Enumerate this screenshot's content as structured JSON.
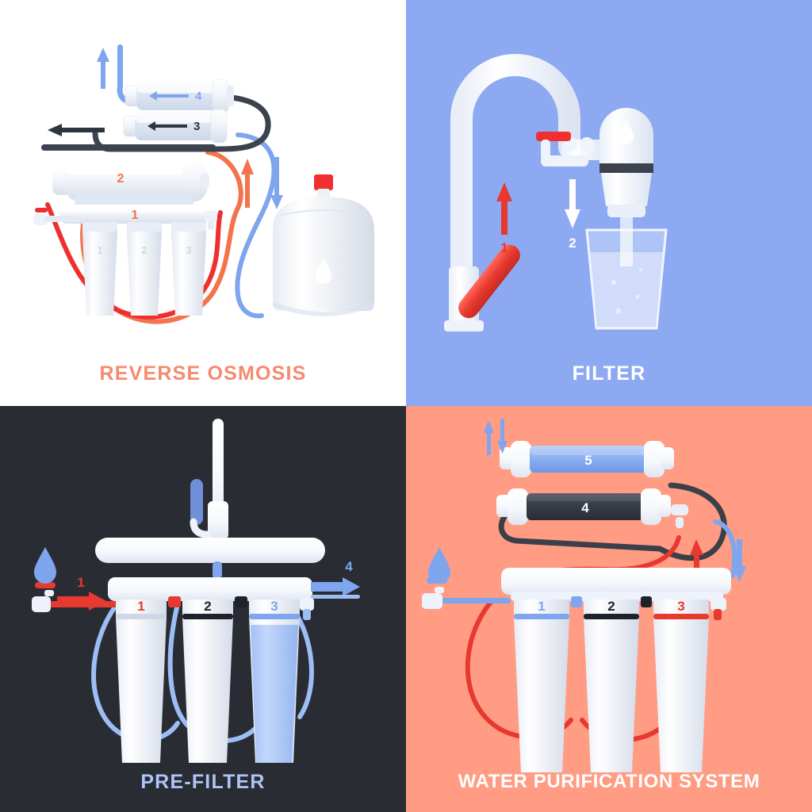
{
  "image": {
    "kind": "infographic",
    "layout": "2x2 quadrant grid",
    "panels": 4
  },
  "panels": [
    {
      "id": "reverse-osmosis",
      "caption": "REVERSE OSMOSIS",
      "caption_color": "#f58a6e",
      "background": "#ffffff",
      "position": "top-left",
      "stage_numbers": [
        "1",
        "2",
        "3",
        "4"
      ],
      "housing_numbers": [
        "1",
        "2",
        "3"
      ],
      "components": [
        {
          "name": "membrane-cartridge-4",
          "label": "4",
          "label_color": "#7fa5ef",
          "orientation": "horizontal",
          "flow": "right-to-left"
        },
        {
          "name": "post-carbon-cartridge-3",
          "label": "3",
          "label_color": "#3c434f",
          "orientation": "horizontal",
          "flow": "right-to-left"
        },
        {
          "name": "ro-membrane-vessel-2",
          "label": "2",
          "label_color": "#f4734b",
          "orientation": "horizontal"
        },
        {
          "name": "manifold-head-1",
          "label": "1",
          "label_color": "#f4734b",
          "orientation": "horizontal"
        },
        {
          "name": "filter-housing-1",
          "label": "1",
          "label_color": "#c6cedb"
        },
        {
          "name": "filter-housing-2",
          "label": "2",
          "label_color": "#c6cedb"
        },
        {
          "name": "filter-housing-3",
          "label": "3",
          "label_color": "#c6cedb"
        },
        {
          "name": "storage-tank",
          "label": "",
          "accent": "#f03030"
        }
      ],
      "arrows": [
        {
          "name": "clean-water-up-arrow",
          "direction": "up",
          "color": "#7fa5ef"
        },
        {
          "name": "cartridge-4-flow-arrow",
          "direction": "left",
          "color": "#7fa5ef"
        },
        {
          "name": "cartridge-3-flow-arrow",
          "direction": "left",
          "color": "#3c434f"
        },
        {
          "name": "drain-arrow",
          "direction": "left",
          "color": "#3c434f"
        },
        {
          "name": "feed-water-up-arrow",
          "direction": "up",
          "color": "#f4734b"
        },
        {
          "name": "tank-fill-down-arrow",
          "direction": "down",
          "color": "#7fa5ef"
        }
      ],
      "tubing": [
        {
          "name": "red-feed-line",
          "color": "#ef2f2f"
        },
        {
          "name": "orange-brine-line",
          "color": "#f4734b"
        },
        {
          "name": "blue-product-line",
          "color": "#7fa5ef"
        },
        {
          "name": "black-drain-line",
          "color": "#3c434f"
        }
      ]
    },
    {
      "id": "filter",
      "caption": "FILTER",
      "caption_color": "#ffffff",
      "background": "#8ca9f2",
      "position": "top-right",
      "stage_numbers": [
        "1",
        "2"
      ],
      "components": [
        {
          "name": "gooseneck-faucet",
          "handle_color": "#e8392f"
        },
        {
          "name": "diverter-valve",
          "lever_color": "#f03030"
        },
        {
          "name": "tap-mounted-filter",
          "band_color": "#3c434f"
        },
        {
          "name": "drinking-glass",
          "contents": "filtered water"
        }
      ],
      "arrows": [
        {
          "name": "inlet-up-arrow",
          "label": "1",
          "direction": "up",
          "color": "#e8392f"
        },
        {
          "name": "outlet-down-arrow",
          "label": "2",
          "direction": "down",
          "color": "#ffffff"
        }
      ]
    },
    {
      "id": "pre-filter",
      "caption": "PRE-FILTER",
      "caption_color": "#aec5f7",
      "background": "#292c33",
      "position": "bottom-left",
      "stage_numbers": [
        "1",
        "2",
        "3",
        "4"
      ],
      "components": [
        {
          "name": "countertop-faucet",
          "handle_color": "#6f8fd8"
        },
        {
          "name": "sink-counter-bar",
          "color": "#ffffff"
        },
        {
          "name": "manifold-head",
          "color": "#ffffff"
        },
        {
          "name": "filter-housing-1",
          "label": "1",
          "label_color": "#e8392f",
          "band_color": "#e8392f"
        },
        {
          "name": "filter-housing-2",
          "label": "2",
          "label_color": "#1e222b",
          "band_color": "#1e222b"
        },
        {
          "name": "filter-housing-3",
          "label": "3",
          "label_color": "#7fa5ef",
          "band_color": "#7fa5ef",
          "fill": "blue water"
        },
        {
          "name": "inlet-ball-valve",
          "lever_color": "#e8392f"
        },
        {
          "name": "water-droplet",
          "color": "#7fa5ef"
        }
      ],
      "arrows": [
        {
          "name": "inlet-right-arrow",
          "label": "1",
          "direction": "right",
          "color": "#e8392f"
        },
        {
          "name": "outlet-right-arrow",
          "label": "4",
          "direction": "right",
          "color": "#7fa5ef"
        }
      ],
      "tubing": [
        {
          "name": "red-feed-line",
          "color": "#e8392f"
        },
        {
          "name": "blue-transfer-lines",
          "color": "#7fa5ef"
        }
      ]
    },
    {
      "id": "water-purification-system",
      "caption": "WATER PURIFICATION SYSTEM",
      "caption_color": "#ffffff",
      "background": "#ff9c83",
      "position": "bottom-right",
      "stage_numbers": [
        "1",
        "2",
        "3",
        "4",
        "5"
      ],
      "components": [
        {
          "name": "membrane-cartridge-5",
          "label": "5",
          "label_color": "#ffffff",
          "body_color": "#7fa5ef",
          "orientation": "horizontal"
        },
        {
          "name": "carbon-cartridge-4",
          "label": "4",
          "label_color": "#ffffff",
          "body_color": "#3a3f4a",
          "orientation": "horizontal"
        },
        {
          "name": "manifold-head",
          "color": "#ffffff"
        },
        {
          "name": "filter-housing-1",
          "label": "1",
          "label_color": "#7fa5ef",
          "band_color": "#7fa5ef"
        },
        {
          "name": "filter-housing-2",
          "label": "2",
          "label_color": "#1e222b",
          "band_color": "#1e222b"
        },
        {
          "name": "filter-housing-3",
          "label": "3",
          "label_color": "#e8392f",
          "band_color": "#e8392f"
        },
        {
          "name": "inlet-ball-valve",
          "lever_color": "#7fa5ef"
        },
        {
          "name": "water-droplet",
          "color": "#7fa5ef"
        }
      ],
      "arrows": [
        {
          "name": "cartridge-5-up-arrow",
          "direction": "up",
          "color": "#7fa5ef"
        },
        {
          "name": "cartridge-5-down-arrow",
          "direction": "down",
          "color": "#7fa5ef"
        },
        {
          "name": "return-up-arrow",
          "direction": "up",
          "color": "#e8392f"
        },
        {
          "name": "return-down-arrow",
          "direction": "down",
          "color": "#7fa5ef"
        }
      ],
      "tubing": [
        {
          "name": "red-loop-line",
          "color": "#e8392f"
        },
        {
          "name": "black-loop-line",
          "color": "#3a3f4a"
        },
        {
          "name": "blue-inlet-line",
          "color": "#7fa5ef"
        }
      ]
    }
  ],
  "palette": {
    "white": "#ffffff",
    "periwinkle": "#8ca9f2",
    "charcoal": "#292c33",
    "salmon": "#ff9c83",
    "red": "#e8392f",
    "blue": "#7fa5ef",
    "orange": "#f4734b",
    "grey_plastic": "#eef1f7"
  }
}
